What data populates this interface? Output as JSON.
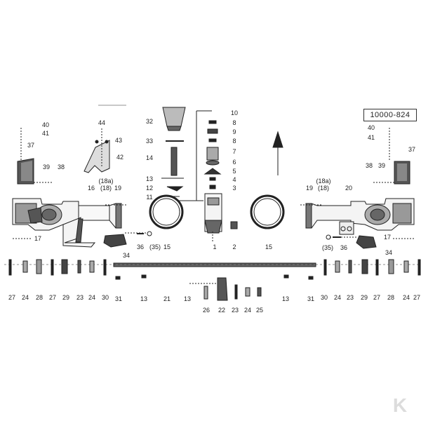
{
  "ref_code": "10000-824",
  "brand_mark": "K",
  "labels": {
    "l40_left": "40",
    "l41_left": "41",
    "l37_left": "37",
    "l39_left": "39",
    "l38_left": "38",
    "l44": "44",
    "l43": "43",
    "l42": "42",
    "l16": "16",
    "l18a_left": "(18a)",
    "l18_left": "(18)",
    "l19_left": "19",
    "l17_left": "17",
    "l32": "32",
    "l33": "33",
    "l14": "14",
    "l13_top": "13",
    "l12": "12",
    "l11": "11",
    "l10": "10",
    "l8a": "8",
    "l9": "9",
    "l8b": "8",
    "l7": "7",
    "l6": "6",
    "l5": "5",
    "l4": "4",
    "l3": "3",
    "l1": "1",
    "l2": "2",
    "l15_left": "15",
    "l15_right": "15",
    "l34_left": "34",
    "l36_left": "36",
    "l35_left": "(35)",
    "l40_right": "40",
    "l41_right": "41",
    "l37_right": "37",
    "l38_right": "38",
    "l39_right": "39",
    "l19_right": "19",
    "l18a_right": "(18a)",
    "l18_right": "(18)",
    "l20": "20",
    "l35_right": "(35)",
    "l36_right": "36",
    "l34_right": "34",
    "l17_right": "17",
    "b27a": "27",
    "b24a": "24",
    "b28a": "28",
    "b27b": "27",
    "b29a": "29",
    "b23a": "23",
    "b24b": "24",
    "b30a": "30",
    "b31a": "31",
    "b13a": "13",
    "b21": "21",
    "b13b": "13",
    "b13c": "13",
    "b31b": "31",
    "b30b": "30",
    "b24c": "24",
    "b23b": "23",
    "b29b": "29",
    "b27c": "27",
    "b28b": "28",
    "b24d": "24",
    "b27d": "27",
    "c26": "26",
    "c22": "22",
    "c23": "23",
    "c24": "24",
    "c25": "25"
  }
}
